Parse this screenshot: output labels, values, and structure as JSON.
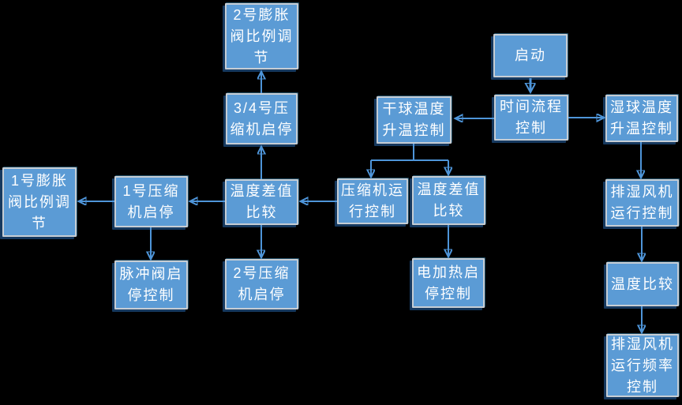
{
  "diagram": {
    "type": "flowchart",
    "colors": {
      "background": "#000000",
      "node_fill": "#5B9BD5",
      "node_border": "#C6CDD4",
      "node_shadow": "#16395F",
      "arrow": "#4E95D9",
      "text": "#FFFFFF"
    },
    "nodes": {
      "start": {
        "label": "启动"
      },
      "timeflow": {
        "label": "时间流程控制"
      },
      "drybulb": {
        "label": "干球温度升温控制"
      },
      "wetbulb": {
        "label": "湿球温度升温控制"
      },
      "comprun": {
        "label": "压缩机运行控制"
      },
      "tdr": {
        "label": "温度差值比较"
      },
      "heater": {
        "label": "电加热启停控制"
      },
      "tdl": {
        "label": "温度差值比较"
      },
      "comp34": {
        "label": "3/4号压缩机启停"
      },
      "exp2": {
        "label": "2号膨胀阀比例调节"
      },
      "comp1": {
        "label": "1号压缩机启停"
      },
      "exp1": {
        "label": "1号膨胀阀比例调节"
      },
      "pulse": {
        "label": "脉冲阀启停控制"
      },
      "comp2": {
        "label": "2号压缩机启停"
      },
      "fan": {
        "label": "排湿风机运行控制"
      },
      "tcomp": {
        "label": "温度比较"
      },
      "freq": {
        "label": "排湿风机运行频率控制"
      }
    },
    "connections": [
      {
        "from": "start",
        "to": "timeflow"
      },
      {
        "from": "timeflow",
        "to": "drybulb"
      },
      {
        "from": "timeflow",
        "to": "wetbulb"
      },
      {
        "from": "drybulb",
        "to": "comprun"
      },
      {
        "from": "drybulb",
        "to": "tdr"
      },
      {
        "from": "comprun",
        "to": "tdl"
      },
      {
        "from": "tdr",
        "to": "heater"
      },
      {
        "from": "tdl",
        "to": "comp34"
      },
      {
        "from": "comp34",
        "to": "exp2"
      },
      {
        "from": "tdl",
        "to": "comp1"
      },
      {
        "from": "tdl",
        "to": "comp2"
      },
      {
        "from": "comp1",
        "to": "exp1"
      },
      {
        "from": "comp1",
        "to": "pulse"
      },
      {
        "from": "wetbulb",
        "to": "fan"
      },
      {
        "from": "fan",
        "to": "tcomp"
      },
      {
        "from": "tcomp",
        "to": "freq"
      }
    ]
  }
}
